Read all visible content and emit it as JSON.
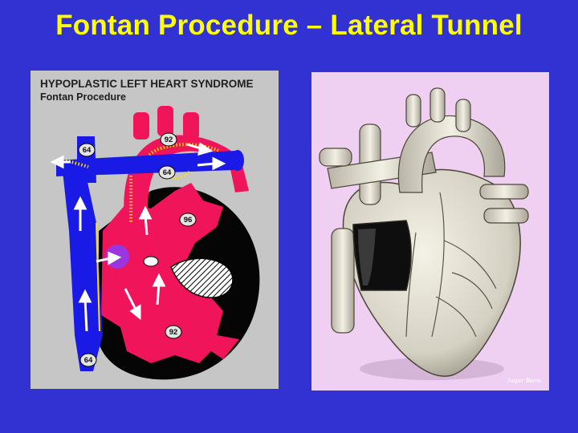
{
  "slide": {
    "title": "Fontan Procedure – Lateral Tunnel"
  },
  "left_panel": {
    "title": "HYPOPLASTIC LEFT HEART SYNDROME",
    "subtitle": "Fontan Procedure",
    "saturation_labels": [
      "64",
      "92",
      "64",
      "96",
      "92",
      "64"
    ]
  },
  "right_panel": {
    "credit": "Jasper Burns"
  },
  "colors": {
    "background": "#3232d2",
    "title": "#ffff00",
    "blue": "#1a1ae6",
    "red": "#f0145a",
    "panel_gray": "#c6c6c6",
    "panel_pink": "#f0d0f2"
  }
}
